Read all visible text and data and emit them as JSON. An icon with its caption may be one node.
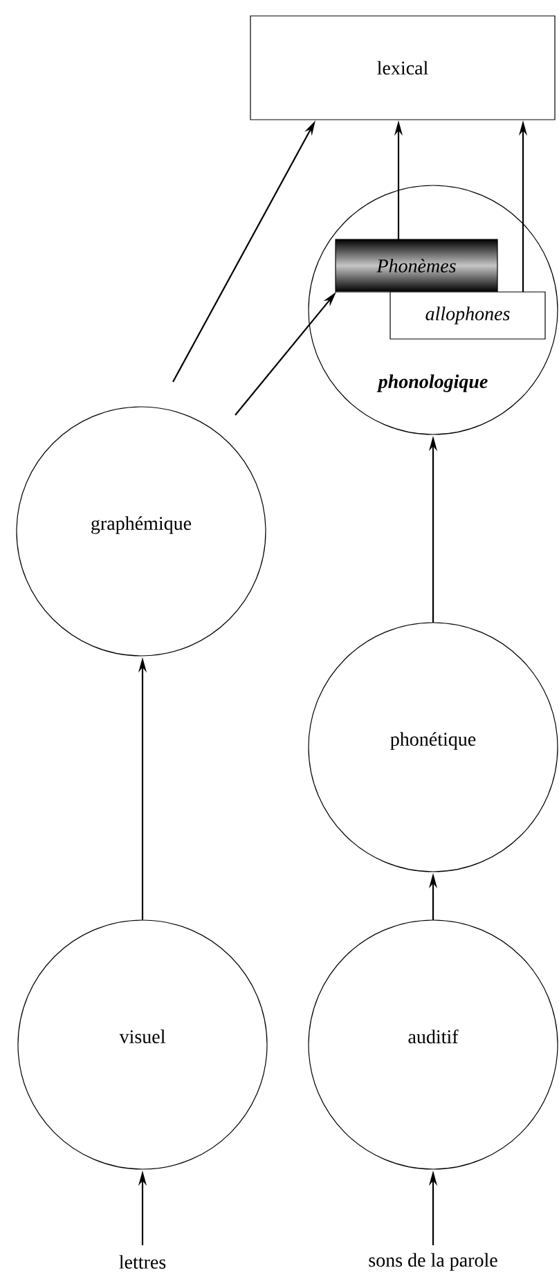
{
  "diagram": {
    "nodes": [
      {
        "text": [
          "lexical"
        ]
      },
      {
        "text": [
          "phonologique"
        ]
      },
      {
        "text": [
          "Phonèmes"
        ],
        "in": 1
      },
      {
        "text": [
          "allophones"
        ],
        "in": 1
      },
      {
        "text": [
          "graphémique"
        ]
      },
      {
        "text": [
          "phonétique"
        ]
      },
      {
        "text": [
          "visuel"
        ]
      },
      {
        "text": [
          "auditif"
        ]
      },
      {
        "text": [
          "lettres"
        ]
      },
      {
        "text": [
          "sons de la parole"
        ]
      }
    ],
    "edges": [
      {
        "from": 8,
        "to": 6,
        "arrow": "to"
      },
      {
        "from": 9,
        "to": 7,
        "arrow": "to"
      },
      {
        "from": 6,
        "to": 4,
        "arrow": "to"
      },
      {
        "from": 7,
        "to": 5,
        "arrow": "to"
      },
      {
        "from": 5,
        "to": 1,
        "arrow": "to"
      },
      {
        "from": 4,
        "to": 0,
        "arrow": "to"
      },
      {
        "from": 4,
        "to": 2,
        "arrow": "to"
      },
      {
        "from": 2,
        "to": 0,
        "arrow": "to"
      },
      {
        "from": 3,
        "to": 0,
        "arrow": "to"
      }
    ]
  }
}
